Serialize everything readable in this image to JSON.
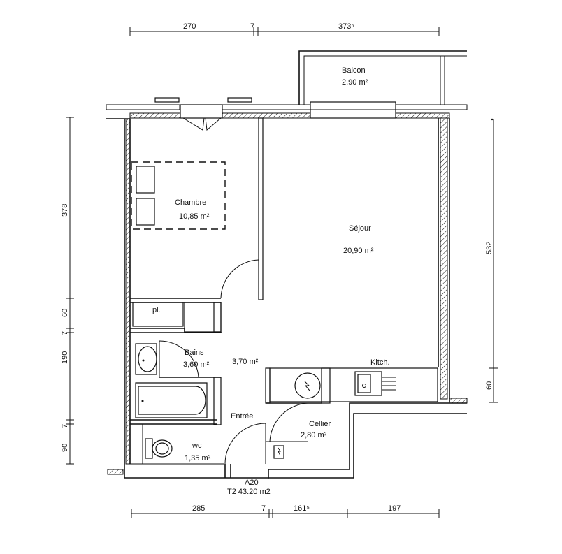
{
  "plan": {
    "unit_ref": "A20",
    "unit_summary": "T2  43.20 m2"
  },
  "rooms": {
    "balcon": {
      "name": "Balcon",
      "area": "2,90 m²"
    },
    "chambre": {
      "name": "Chambre",
      "area": "10,85 m²"
    },
    "sejour": {
      "name": "Séjour",
      "area": "20,90 m²"
    },
    "placard": {
      "name": "pl."
    },
    "bains": {
      "name": "Bains",
      "area": "3,60 m²"
    },
    "entree": {
      "name": "Entrée",
      "area": "3,70 m²"
    },
    "kitchen": {
      "name": "Kitch."
    },
    "cellier": {
      "name": "Cellier",
      "area": "2,80 m²"
    },
    "wc": {
      "name": "wc",
      "area": "1,35 m²"
    }
  },
  "dimensions": {
    "top": [
      "270",
      "7",
      "373⁵"
    ],
    "bottom": [
      "285",
      "7",
      "161⁵",
      "197"
    ],
    "left": [
      "378",
      "60",
      "7",
      "190",
      "7",
      "90"
    ],
    "right": [
      "532",
      "60"
    ]
  }
}
